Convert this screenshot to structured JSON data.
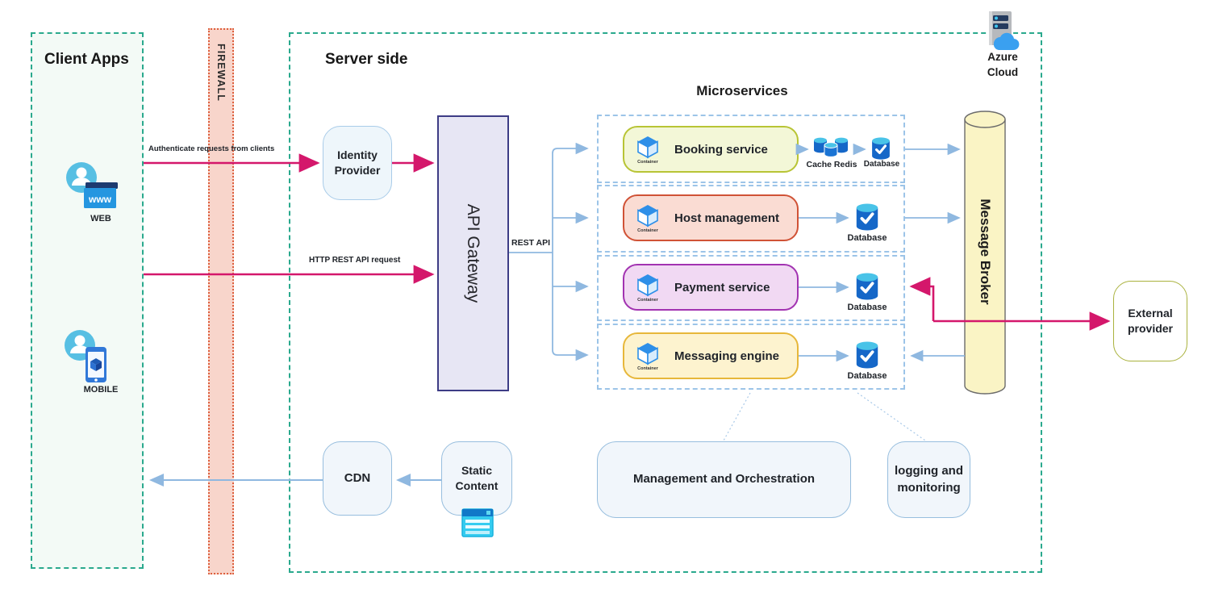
{
  "client_apps": {
    "title": "Client Apps",
    "web_label": "WEB",
    "mobile_label": "MOBILE"
  },
  "firewall": {
    "label": "FIREWALL"
  },
  "server": {
    "title": "Server side"
  },
  "identity_provider": {
    "label": "Identity Provider"
  },
  "api_gateway": {
    "label": "API Gateway"
  },
  "arrows": {
    "authenticate": "Authenticate requests from clients",
    "http_request": "HTTP REST API request",
    "rest_api": "REST API"
  },
  "microservices": {
    "title": "Microservices",
    "container_label": "Container",
    "services": [
      {
        "name": "Booking service"
      },
      {
        "name": "Host management"
      },
      {
        "name": "Payment service"
      },
      {
        "name": "Messaging engine"
      }
    ],
    "cache_redis_label": "Cache Redis",
    "database_label": "Database"
  },
  "message_broker": {
    "label": "Message Broker"
  },
  "external_provider": {
    "label": "External provider"
  },
  "azure": {
    "label": "Azure Cloud"
  },
  "cdn": {
    "label": "CDN"
  },
  "static_content": {
    "label": "Static Content"
  },
  "management": {
    "label": "Management and Orchestration"
  },
  "logging": {
    "label": "logging and monitoring"
  },
  "colors": {
    "accent_red": "#d4176b",
    "arrow_blue": "#8fb8e0",
    "teal_border": "#2aa98d",
    "booking_fill": "#f3f7d7",
    "booking_border": "#b8c435",
    "host_fill": "#fadcd3",
    "host_border": "#d05236",
    "payment_fill": "#f1d9f3",
    "payment_border": "#a233b1",
    "messaging_fill": "#fdf3cf",
    "messaging_border": "#e7b73a",
    "broker_fill": "#faf4c5"
  }
}
